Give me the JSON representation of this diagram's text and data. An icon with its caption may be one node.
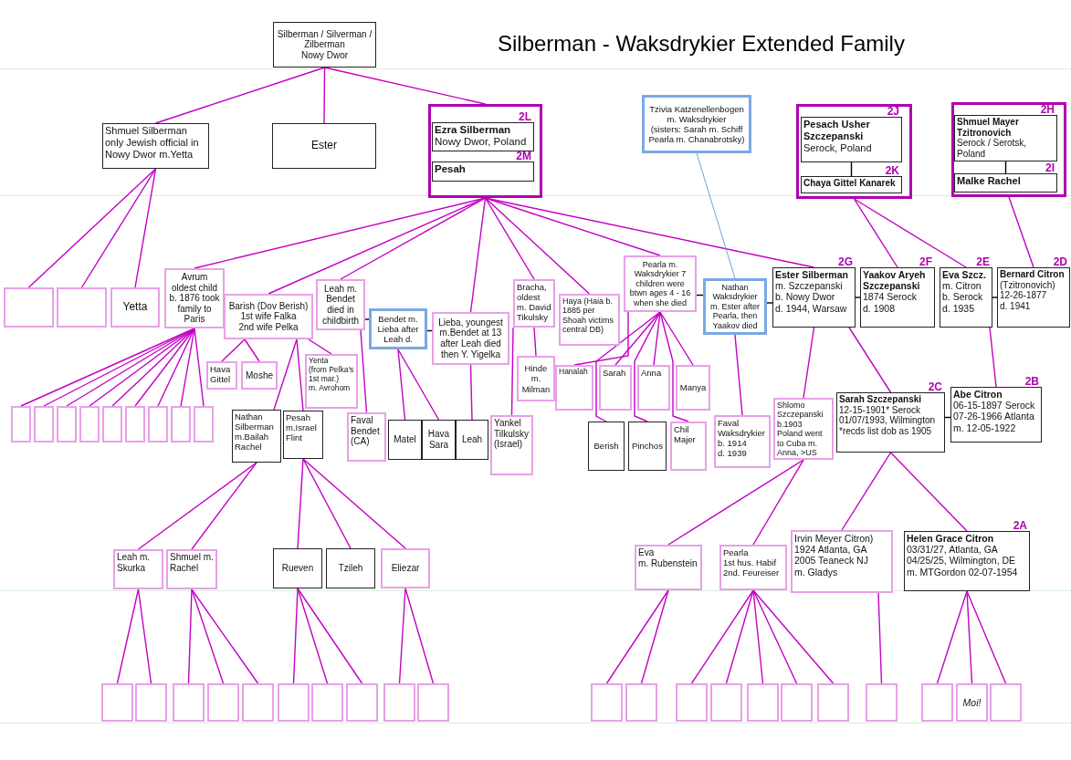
{
  "diagram": {
    "title": "Silberman - Waksdrykier Extended Family",
    "nodes": [
      {
        "text": [
          "Silberman / Silverman / Zilberman",
          "Nowy Dwor"
        ]
      },
      {
        "text": [
          "Shmuel Silberman only Jewish official in Nowy Dwor m.Yetta"
        ]
      },
      {
        "text": [
          "Ester"
        ]
      },
      {
        "text": [],
        "shape": "box"
      },
      {
        "text": [
          "Ezra Silberman",
          "Nowy Dwor, Poland"
        ],
        "in": 3,
        "beside": [
          "2L"
        ]
      },
      {
        "text": [
          "Pesah"
        ],
        "in": 3,
        "beside": [
          "2M"
        ]
      },
      {
        "text": [
          "Tzivia Katzenellenbogen m. Waksdrykier",
          "(sisters: Sarah m. Schiff Pearla m. Chanabrotsky)"
        ]
      },
      {
        "text": [],
        "shape": "box"
      },
      {
        "text": [
          "Pesach Usher Szczepanski",
          "Serock, Poland"
        ],
        "in": 7,
        "beside": [
          "2J"
        ]
      },
      {
        "text": [
          "Chaya Gittel Kanarek"
        ],
        "in": 7,
        "beside": [
          "2K"
        ]
      },
      {
        "text": [],
        "shape": "box"
      },
      {
        "text": [
          "Shmuel Mayer Tzitronovich",
          "Serock / Serotsk, Poland"
        ],
        "in": 10,
        "beside": [
          "2H"
        ]
      },
      {
        "text": [
          "Malke Rachel"
        ],
        "in": 10,
        "beside": [
          "2I"
        ]
      },
      {
        "text": [],
        "shape": "box"
      },
      {
        "text": [],
        "shape": "box"
      },
      {
        "text": [
          "Yetta"
        ]
      },
      {
        "text": [
          "Avrum oldest child b. 1876 took family to Paris"
        ]
      },
      {
        "text": [
          "Barish (Dov Berish)",
          "1st wife Falka",
          "2nd wife Pelka"
        ]
      },
      {
        "text": [
          "Leah m. Bendet died in childbirth"
        ]
      },
      {
        "text": [
          "Bendet m. Lieba after Leah d."
        ]
      },
      {
        "text": [
          "Lieba, youngest m.Bendet at 13 after Leah died then Y. Yigelka"
        ]
      },
      {
        "text": [
          "Bracha, oldest m. David Tikulsky"
        ]
      },
      {
        "text": [
          "Haya (Haia b. 1885 per Shoah victims central DB)"
        ]
      },
      {
        "text": [
          "Pearla m. Waksdrykier 7 children were btwn ages 4 - 16 when she died"
        ]
      },
      {
        "text": [
          "Nathan Waksdrykier m. Ester after Pearla, then Yaakov died"
        ]
      },
      {
        "text": [
          "Ester Silberman",
          "m. Szczepanski",
          "b. Nowy Dwor",
          "d. 1944, Warsaw"
        ],
        "beside": [
          "2G"
        ]
      },
      {
        "text": [
          "Yaakov Aryeh Szczepanski",
          "1874 Serock",
          "d. 1908"
        ],
        "beside": [
          "2F"
        ]
      },
      {
        "text": [
          "Eva Szcz.",
          "m. Citron",
          "b. Serock",
          "d. 1935"
        ],
        "beside": [
          "2E"
        ]
      },
      {
        "text": [
          "Bernard Citron",
          "(Tzitronovich)",
          "12-26-1877",
          "d. 1941"
        ],
        "beside": [
          "2D"
        ]
      },
      {
        "text": [
          "Hava Gittel"
        ]
      },
      {
        "text": [
          "Moshe"
        ]
      },
      {
        "text": [
          "Yenta",
          "(from Pelka's 1st mar.)",
          "m. Avrohom"
        ]
      },
      {
        "text": [
          "Hinde m. Milman"
        ]
      },
      {
        "text": [
          "Nathan Silberman m.Bailah Rachel"
        ]
      },
      {
        "text": [
          "Pesah m.Israel Flint"
        ]
      },
      {
        "text": [
          "Faval Bendet (CA)"
        ]
      },
      {
        "text": [
          "Matel"
        ]
      },
      {
        "text": [
          "Hava Sara"
        ]
      },
      {
        "text": [
          "Leah"
        ]
      },
      {
        "text": [
          "Yankel Tilkulsky (Israel)"
        ]
      },
      {
        "text": [
          "Hanalah"
        ]
      },
      {
        "text": [
          "Sarah"
        ]
      },
      {
        "text": [
          "Anna"
        ]
      },
      {
        "text": [
          "Manya"
        ]
      },
      {
        "text": [
          "Berish"
        ]
      },
      {
        "text": [
          "Pinchos"
        ]
      },
      {
        "text": [
          "Chil Majer"
        ]
      },
      {
        "text": [
          "Faval Waksdrykier",
          "b. 1914",
          "d. 1939"
        ]
      },
      {
        "text": [
          "Shlomo Szczepanski b.1903 Poland went to Cuba m. Anna, >US"
        ]
      },
      {
        "text": [
          "Sarah Szczepanski",
          "12-15-1901* Serock",
          "01/07/1993, Wilmington",
          "*recds list dob as 1905"
        ],
        "beside": [
          "2C"
        ]
      },
      {
        "text": [
          "Abe Citron",
          "06-15-1897 Serock",
          "07-26-1966 Atlanta",
          "m. 12-05-1922"
        ],
        "beside": [
          "2B"
        ]
      },
      {
        "text": [
          "Leah m. Skurka"
        ]
      },
      {
        "text": [
          "Shmuel m. Rachel"
        ]
      },
      {
        "text": [
          "Rueven"
        ]
      },
      {
        "text": [
          "Tzileh"
        ]
      },
      {
        "text": [
          "Eliezar"
        ]
      },
      {
        "text": [
          "Eva",
          "m. Rubenstein"
        ]
      },
      {
        "text": [
          "Pearla",
          "1st hus. Habif",
          "2nd. Feureiser"
        ]
      },
      {
        "text": [
          "Irvin Meyer Citron)",
          "1924 Atlanta, GA",
          "2005 Teaneck NJ",
          "m. Gladys"
        ]
      },
      {
        "text": [
          "Helen Grace Citron",
          "03/31/27, Atlanta, GA",
          "04/25/25, Wilmington, DE",
          "m. MTGordon 02-07-1954"
        ],
        "beside": [
          "2A"
        ]
      },
      {
        "text": [],
        "shape": "box"
      },
      {
        "text": [],
        "shape": "box"
      },
      {
        "text": [],
        "shape": "box"
      },
      {
        "text": [],
        "shape": "box"
      },
      {
        "text": [],
        "shape": "box"
      },
      {
        "text": [],
        "shape": "box"
      },
      {
        "text": [],
        "shape": "box"
      },
      {
        "text": [],
        "shape": "box"
      },
      {
        "text": [],
        "shape": "box"
      },
      {
        "text": [],
        "shape": "box"
      },
      {
        "text": [],
        "shape": "box"
      },
      {
        "text": [],
        "shape": "box"
      },
      {
        "text": [],
        "shape": "box"
      },
      {
        "text": [],
        "shape": "box"
      },
      {
        "text": [],
        "shape": "box"
      },
      {
        "text": [],
        "shape": "box"
      },
      {
        "text": [],
        "shape": "box"
      },
      {
        "text": [],
        "shape": "box"
      },
      {
        "text": [],
        "shape": "box"
      },
      {
        "text": [],
        "shape": "box"
      },
      {
        "text": [],
        "shape": "box"
      },
      {
        "text": [],
        "shape": "box"
      },
      {
        "text": [],
        "shape": "box"
      },
      {
        "text": [],
        "shape": "box"
      },
      {
        "text": [],
        "shape": "box"
      },
      {
        "text": [],
        "shape": "box"
      },
      {
        "text": [],
        "shape": "box"
      },
      {
        "text": [],
        "shape": "box"
      },
      {
        "text": [
          "Moi!"
        ]
      },
      {
        "text": [],
        "shape": "box"
      }
    ],
    "edges": [
      {
        "from": 0,
        "to": 1,
        "arrow": "none"
      },
      {
        "from": 0,
        "to": 2,
        "arrow": "none"
      },
      {
        "from": 0,
        "to": 3,
        "arrow": "none"
      },
      {
        "from": 1,
        "to": 13,
        "arrow": "none"
      },
      {
        "from": 1,
        "to": 14,
        "arrow": "none"
      },
      {
        "from": 1,
        "to": 15,
        "arrow": "none"
      },
      {
        "from": 3,
        "to": 16,
        "arrow": "none"
      },
      {
        "from": 3,
        "to": 17,
        "arrow": "none"
      },
      {
        "from": 3,
        "to": 18,
        "arrow": "none"
      },
      {
        "from": 3,
        "to": 20,
        "arrow": "none"
      },
      {
        "from": 3,
        "to": 21,
        "arrow": "none"
      },
      {
        "from": 3,
        "to": 22,
        "arrow": "none"
      },
      {
        "from": 3,
        "to": 23,
        "arrow": "none"
      },
      {
        "from": 3,
        "to": 25,
        "arrow": "none"
      },
      {
        "from": 6,
        "to": 24,
        "arrow": "none",
        "color": "#6fa0e0"
      },
      {
        "from": 7,
        "to": 26,
        "arrow": "none"
      },
      {
        "from": 7,
        "to": 27,
        "arrow": "none"
      },
      {
        "from": 10,
        "to": 28,
        "arrow": "none"
      },
      {
        "from": 8,
        "to": 9,
        "arrow": "none",
        "color": "#000000"
      },
      {
        "from": 11,
        "to": 12,
        "arrow": "none",
        "color": "#000000"
      },
      {
        "from": 18,
        "to": 19,
        "arrow": "none",
        "color": "#000000"
      },
      {
        "from": 19,
        "to": 20,
        "arrow": "none",
        "color": "#000000"
      },
      {
        "from": 23,
        "to": 24,
        "arrow": "none",
        "color": "#000000"
      },
      {
        "from": 24,
        "to": 25,
        "arrow": "none",
        "color": "#000000"
      },
      {
        "from": 25,
        "to": 26,
        "arrow": "none",
        "color": "#000000"
      },
      {
        "from": 27,
        "to": 28,
        "arrow": "none",
        "color": "#000000"
      },
      {
        "from": 17,
        "to": 29,
        "arrow": "none"
      },
      {
        "from": 17,
        "to": 30,
        "arrow": "none"
      },
      {
        "from": 17,
        "to": 31,
        "arrow": "none"
      },
      {
        "from": 17,
        "to": 33,
        "arrow": "none"
      },
      {
        "from": 17,
        "to": 34,
        "arrow": "none"
      },
      {
        "from": 18,
        "to": 35,
        "arrow": "none"
      },
      {
        "from": 19,
        "to": 36,
        "arrow": "none"
      },
      {
        "from": 19,
        "to": 37,
        "arrow": "none"
      },
      {
        "from": 20,
        "to": 38,
        "arrow": "none"
      },
      {
        "from": 21,
        "to": 32,
        "arrow": "none"
      },
      {
        "from": 21,
        "to": 39,
        "arrow": "none"
      },
      {
        "from": 23,
        "to": 40,
        "arrow": "none"
      },
      {
        "from": 23,
        "to": 41,
        "arrow": "none"
      },
      {
        "from": 23,
        "to": 42,
        "arrow": "none"
      },
      {
        "from": 23,
        "to": 43,
        "arrow": "none"
      },
      {
        "from": 23,
        "to": 44,
        "arrow": "none"
      },
      {
        "from": 23,
        "to": 45,
        "arrow": "none"
      },
      {
        "from": 23,
        "to": 46,
        "arrow": "none"
      },
      {
        "from": 24,
        "to": 47,
        "arrow": "none"
      },
      {
        "from": 25,
        "to": 48,
        "arrow": "none"
      },
      {
        "from": 25,
        "to": 49,
        "arrow": "none"
      },
      {
        "from": 27,
        "to": 50,
        "arrow": "none"
      },
      {
        "from": 49,
        "to": 50,
        "arrow": "none",
        "color": "#000000"
      },
      {
        "from": 33,
        "to": 51,
        "arrow": "none"
      },
      {
        "from": 33,
        "to": 52,
        "arrow": "none"
      },
      {
        "from": 34,
        "to": 53,
        "arrow": "none"
      },
      {
        "from": 34,
        "to": 54,
        "arrow": "none"
      },
      {
        "from": 34,
        "to": 55,
        "arrow": "none"
      },
      {
        "from": 48,
        "to": 56,
        "arrow": "none"
      },
      {
        "from": 48,
        "to": 57,
        "arrow": "none"
      },
      {
        "from": 49,
        "to": 58,
        "arrow": "none"
      },
      {
        "from": 49,
        "to": 59,
        "arrow": "none"
      },
      {
        "from": 16,
        "to": 60,
        "arrow": "none"
      },
      {
        "from": 16,
        "to": 61,
        "arrow": "none"
      },
      {
        "from": 16,
        "to": 62,
        "arrow": "none"
      },
      {
        "from": 16,
        "to": 63,
        "arrow": "none"
      },
      {
        "from": 16,
        "to": 64,
        "arrow": "none"
      },
      {
        "from": 16,
        "to": 65,
        "arrow": "none"
      },
      {
        "from": 16,
        "to": 66,
        "arrow": "none"
      },
      {
        "from": 16,
        "to": 67,
        "arrow": "none"
      },
      {
        "from": 16,
        "to": 68,
        "arrow": "none"
      },
      {
        "from": 51,
        "to": 69,
        "arrow": "none"
      },
      {
        "from": 51,
        "to": 70,
        "arrow": "none"
      },
      {
        "from": 52,
        "to": 71,
        "arrow": "none"
      },
      {
        "from": 52,
        "to": 72,
        "arrow": "none"
      },
      {
        "from": 52,
        "to": 73,
        "arrow": "none"
      },
      {
        "from": 53,
        "to": 74,
        "arrow": "none"
      },
      {
        "from": 53,
        "to": 75,
        "arrow": "none"
      },
      {
        "from": 53,
        "to": 76,
        "arrow": "none"
      },
      {
        "from": 55,
        "to": 77,
        "arrow": "none"
      },
      {
        "from": 55,
        "to": 78,
        "arrow": "none"
      },
      {
        "from": 56,
        "to": 79,
        "arrow": "none"
      },
      {
        "from": 56,
        "to": 80,
        "arrow": "none"
      },
      {
        "from": 57,
        "to": 81,
        "arrow": "none"
      },
      {
        "from": 57,
        "to": 82,
        "arrow": "none"
      },
      {
        "from": 57,
        "to": 83,
        "arrow": "none"
      },
      {
        "from": 57,
        "to": 84,
        "arrow": "none"
      },
      {
        "from": 57,
        "to": 85,
        "arrow": "none"
      },
      {
        "from": 58,
        "to": 86,
        "arrow": "none"
      },
      {
        "from": 59,
        "to": 87,
        "arrow": "none"
      },
      {
        "from": 59,
        "to": 88,
        "arrow": "none"
      },
      {
        "from": 59,
        "to": 89,
        "arrow": "none"
      }
    ]
  }
}
